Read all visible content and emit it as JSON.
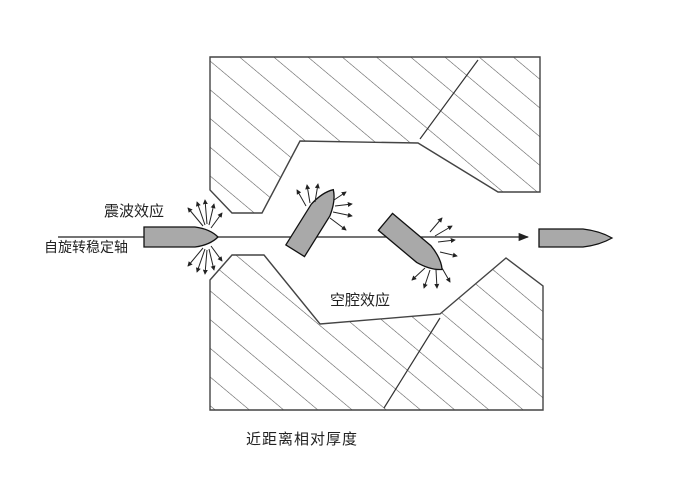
{
  "labels": {
    "shock_wave_effect": "震波效应",
    "spin_stabilized_axis": "自旋转稳定轴",
    "cavity_effect": "空腔效应",
    "caption": "近距离相对厚度"
  },
  "colors": {
    "hatch": "#555555",
    "outline": "#444444",
    "projectile_fill": "#a9a9a9",
    "projectile_stroke": "#111111",
    "trajectory": "#222222"
  },
  "icons": {
    "arrow_head": "trajectory-arrowhead-icon",
    "projectile": "projectile-icon",
    "fragment_arrow": "fragment-arrow-icon"
  }
}
